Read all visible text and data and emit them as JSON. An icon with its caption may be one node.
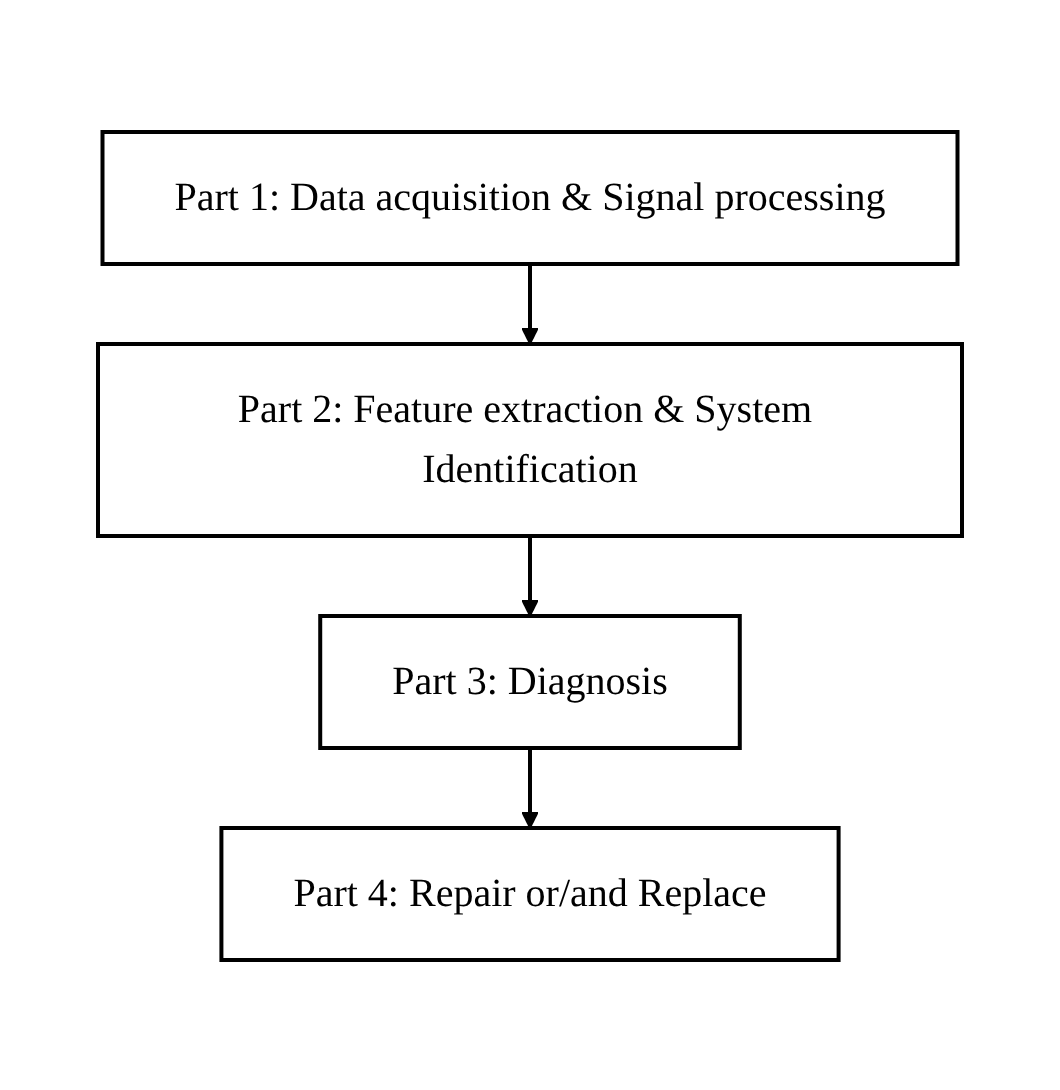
{
  "diagram": {
    "nodes": [
      {
        "text": [
          "Part 1: Data acquisition & Signal processing"
        ]
      },
      {
        "text": [
          "Part 2: Feature extraction & System Identification"
        ]
      },
      {
        "text": [
          "Part 3: Diagnosis"
        ]
      },
      {
        "text": [
          "Part 4: Repair or/and Replace"
        ]
      }
    ],
    "edges": [
      {
        "from": 0,
        "to": 1,
        "arrow": "to"
      },
      {
        "from": 1,
        "to": 2,
        "arrow": "to"
      },
      {
        "from": 2,
        "to": 3,
        "arrow": "to"
      }
    ]
  }
}
